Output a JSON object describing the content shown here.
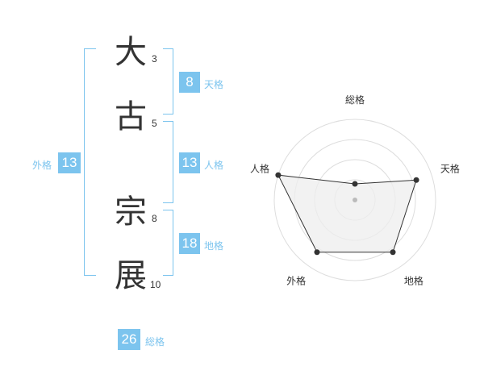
{
  "name": {
    "chars": [
      {
        "char": "大",
        "strokes": "3"
      },
      {
        "char": "古",
        "strokes": "5"
      },
      {
        "char": "宗",
        "strokes": "8"
      },
      {
        "char": "展",
        "strokes": "10"
      }
    ]
  },
  "kaku": {
    "tenkaku": {
      "value": "8",
      "label": "天格"
    },
    "jinkaku": {
      "value": "13",
      "label": "人格"
    },
    "chikaku": {
      "value": "18",
      "label": "地格"
    },
    "gaikaku": {
      "value": "13",
      "label": "外格"
    },
    "soukaku": {
      "value": "26",
      "label": "総格"
    }
  },
  "colors": {
    "accent": "#7cc4ee",
    "text": "#333333",
    "grid": "#dddddd",
    "fill": "#eeeeee"
  },
  "chart_data": {
    "type": "radar",
    "axes": [
      "総格",
      "天格",
      "地格",
      "外格",
      "人格"
    ],
    "values": [
      0.2,
      0.8,
      0.8,
      0.8,
      1.0
    ],
    "rings": 4,
    "grid": true
  }
}
